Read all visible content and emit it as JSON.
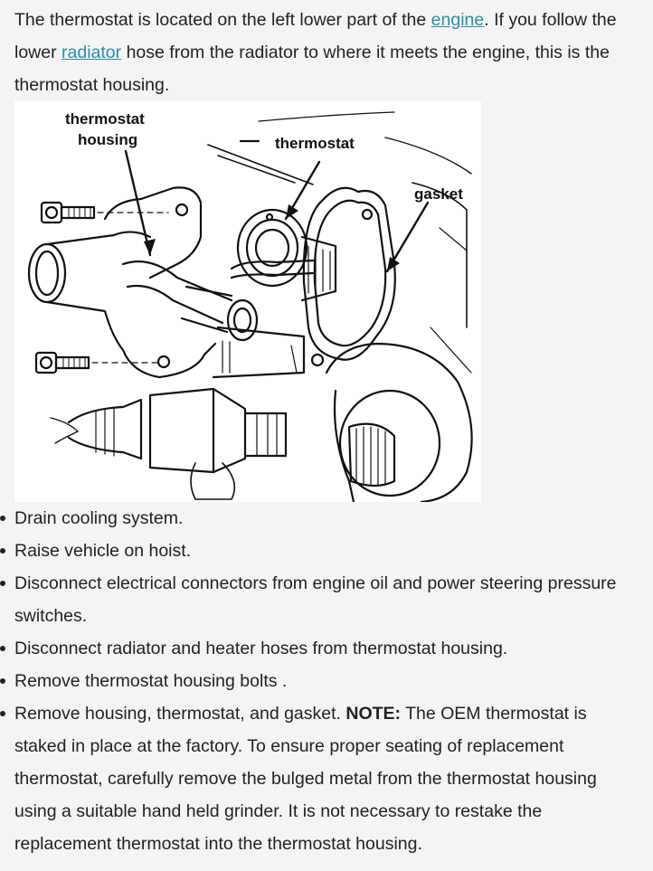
{
  "intro": {
    "part1": "The thermostat is located on the left lower part of the ",
    "link1": "engine",
    "part2": ". If you follow the lower ",
    "link2": "radiator",
    "part3": " hose from the radiator to where it meets the engine, this is the thermostat housing."
  },
  "figure": {
    "label_housing_line1": "thermostat",
    "label_housing_line2": "housing",
    "label_thermostat": "thermostat",
    "label_gasket": "gasket"
  },
  "steps": [
    {
      "text": "Drain cooling system."
    },
    {
      "text": "Raise vehicle on hoist."
    },
    {
      "text": "Disconnect electrical connectors from engine oil and power steering pressure switches."
    },
    {
      "text": "Disconnect radiator and heater hoses from thermostat housing."
    },
    {
      "text": "Remove thermostat housing bolts ."
    },
    {
      "text": "Remove housing, thermostat, and gasket. ",
      "note_label": "NOTE:",
      "note_text": " The OEM thermostat is staked in place at the factory. To ensure proper seating of replacement thermostat, carefully remove the bulged metal from the thermostat housing using a suitable hand held grinder. It is not necessary to restake the replacement thermostat into the thermostat housing."
    }
  ]
}
